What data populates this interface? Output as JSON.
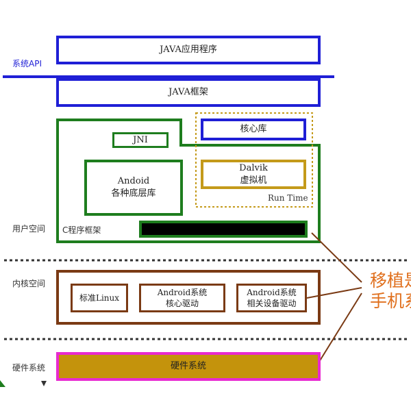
{
  "labels": {
    "system_api": "系统API",
    "user_space": "用户空间",
    "kernel_space": "内核空间",
    "hardware_system": "硬件系统"
  },
  "boxes": {
    "java_apps": "JAVA应用程序",
    "java_framework": "JAVA框架",
    "jni": "JNI",
    "core_libs": "核心库",
    "native_libs_line1": "Andoid",
    "native_libs_line2": "各种底层库",
    "dalvik_line1": "Dalvik",
    "dalvik_line2": "虚拟机",
    "runtime": "Run Time",
    "c_framework": "C程序框架",
    "std_linux": "标准Linux",
    "core_driver_line1": "Android系统",
    "core_driver_line2": "核心驱动",
    "device_driver_line1": "Android系统",
    "device_driver_line2": "相关设备驱动",
    "hardware": "硬件系统"
  },
  "callout": {
    "line1": "移植是",
    "line2": "手机系"
  },
  "colors": {
    "blue": "#1f1fd6",
    "green": "#1e7d1e",
    "brown": "#7a3a14",
    "gold": "#c49a1a",
    "magenta": "#e82ad0",
    "hardware_fill": "#c4930c",
    "callout_text": "#e0701e"
  }
}
